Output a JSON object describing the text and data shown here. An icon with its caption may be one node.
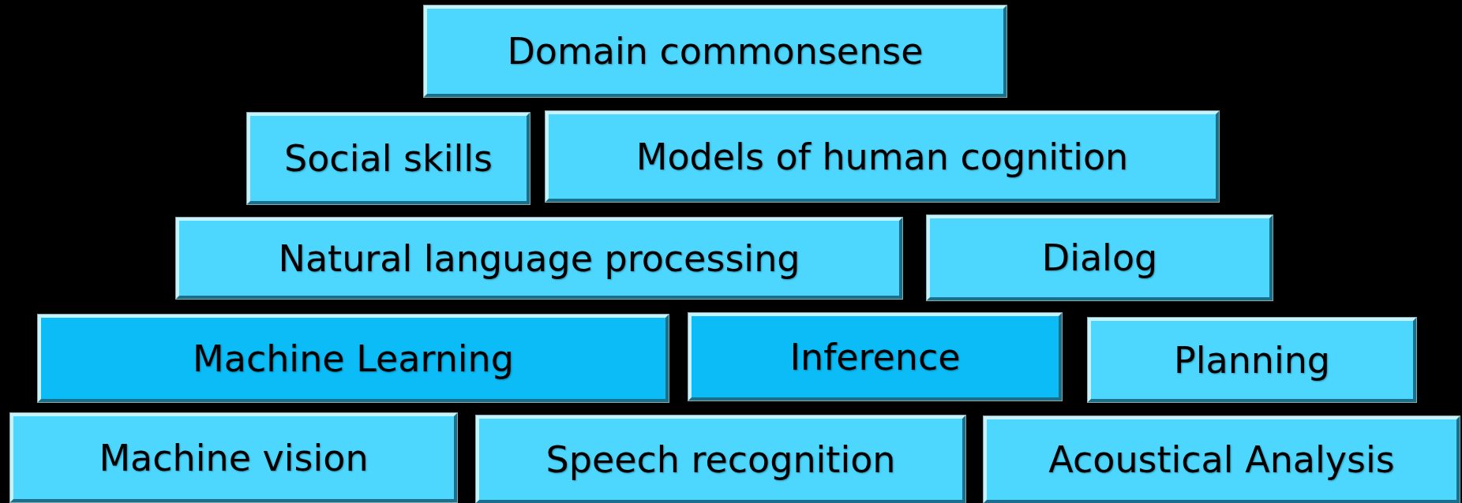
{
  "diagram": {
    "nodes": [
      {
        "text": [
          "Domain commonsense"
        ]
      },
      {
        "text": [
          "Social skills"
        ]
      },
      {
        "text": [
          "Models of human cognition"
        ]
      },
      {
        "text": [
          "Natural language processing"
        ]
      },
      {
        "text": [
          "Dialog"
        ]
      },
      {
        "text": [
          "Machine Learning"
        ]
      },
      {
        "text": [
          "Inference"
        ]
      },
      {
        "text": [
          "Planning"
        ]
      },
      {
        "text": [
          "Machine vision"
        ]
      },
      {
        "text": [
          "Speech recognition"
        ]
      },
      {
        "text": [
          "Acoustical Analysis"
        ]
      }
    ]
  }
}
